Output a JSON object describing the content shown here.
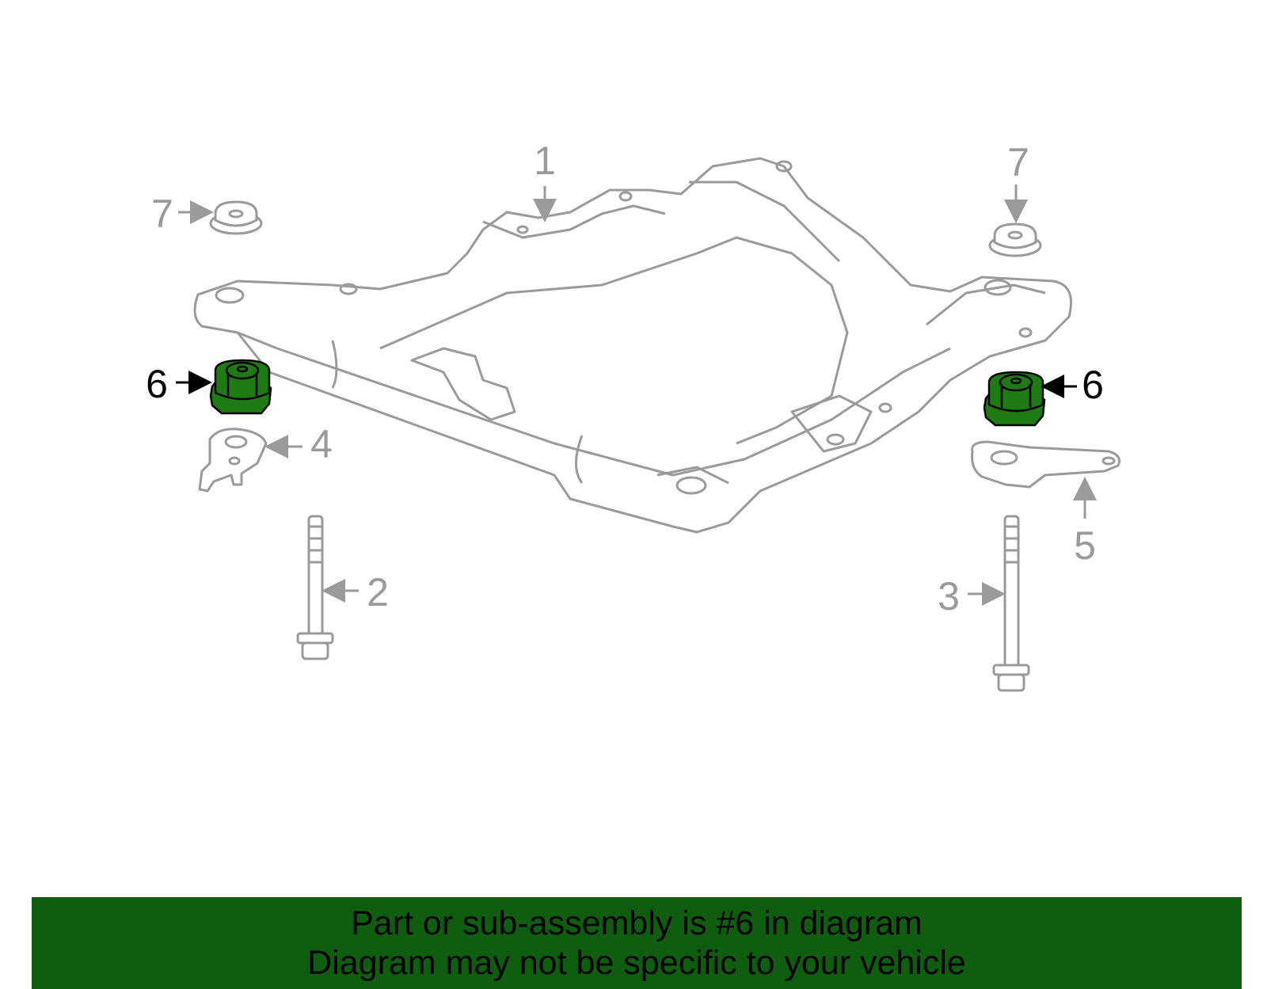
{
  "callouts": {
    "frame": "1",
    "bolt_left": "2",
    "bolt_right": "3",
    "bracket_left": "4",
    "bracket_right": "5",
    "bushing_left": "6",
    "bushing_right": "6",
    "stopper_left": "7",
    "stopper_right": "7"
  },
  "banner": {
    "line1": "Part or sub-assembly is #6 in diagram",
    "line2": "Diagram may not be specific to your vehicle"
  },
  "colors": {
    "highlight": "#1e7a12",
    "banner": "#0f5e0f",
    "line_art": "#9a9a9a"
  }
}
